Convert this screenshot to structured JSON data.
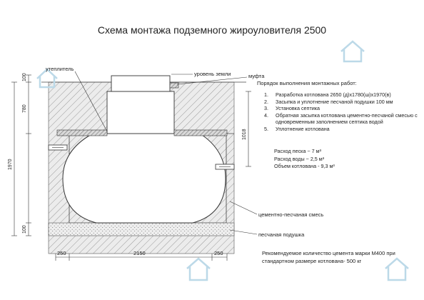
{
  "title": "Схема монтажа подземного жироуловителя 2500",
  "labels": {
    "insulation": "утеплитель",
    "ground_level": "уровень земли",
    "coupling": "муфта",
    "cement_sand_mix": "цементно-песчаная смесь",
    "sand_cushion": "песчаная подушка"
  },
  "procedure": {
    "heading": "Порядок выполнения монтажных работ:",
    "steps": [
      {
        "num": "1.",
        "text": "Разработка котлована 2650 (д)х1780(ш)х1970(в)"
      },
      {
        "num": "2.",
        "text": "Засыпка и уплотнение песчаной подушки 100 мм"
      },
      {
        "num": "3.",
        "text": "Установка септика"
      },
      {
        "num": "4.",
        "text": "Обратная засыпка котлована цементно-песчаной смесью с одновременным заполнением септика водой"
      },
      {
        "num": "5.",
        "text": "Уплотнение котлована"
      }
    ]
  },
  "consumption": {
    "sand": "Расход песка ~ 7 м³",
    "water": "Расход воды ~ 2,5 м³",
    "pit_volume": "Объем котлована - 9,3 м³"
  },
  "footer_note": "Рекомендуемое количество цемента марки М400 при стандартном размере котлована- 500 кг",
  "dimensions": {
    "top_offset": "100",
    "upper_depth": "780",
    "total_depth": "1970",
    "bottom_cushion": "100",
    "inlet_height": "1018",
    "left_gap": "250",
    "inner_width": "2150",
    "right_gap": "250"
  },
  "colors": {
    "line": "#333333",
    "hatch": "#888888",
    "soil_fill": "#ececec",
    "tank_fill": "#ffffff",
    "watermark": "#cfe3ee"
  },
  "icons": [
    "house-watermark-icon"
  ]
}
